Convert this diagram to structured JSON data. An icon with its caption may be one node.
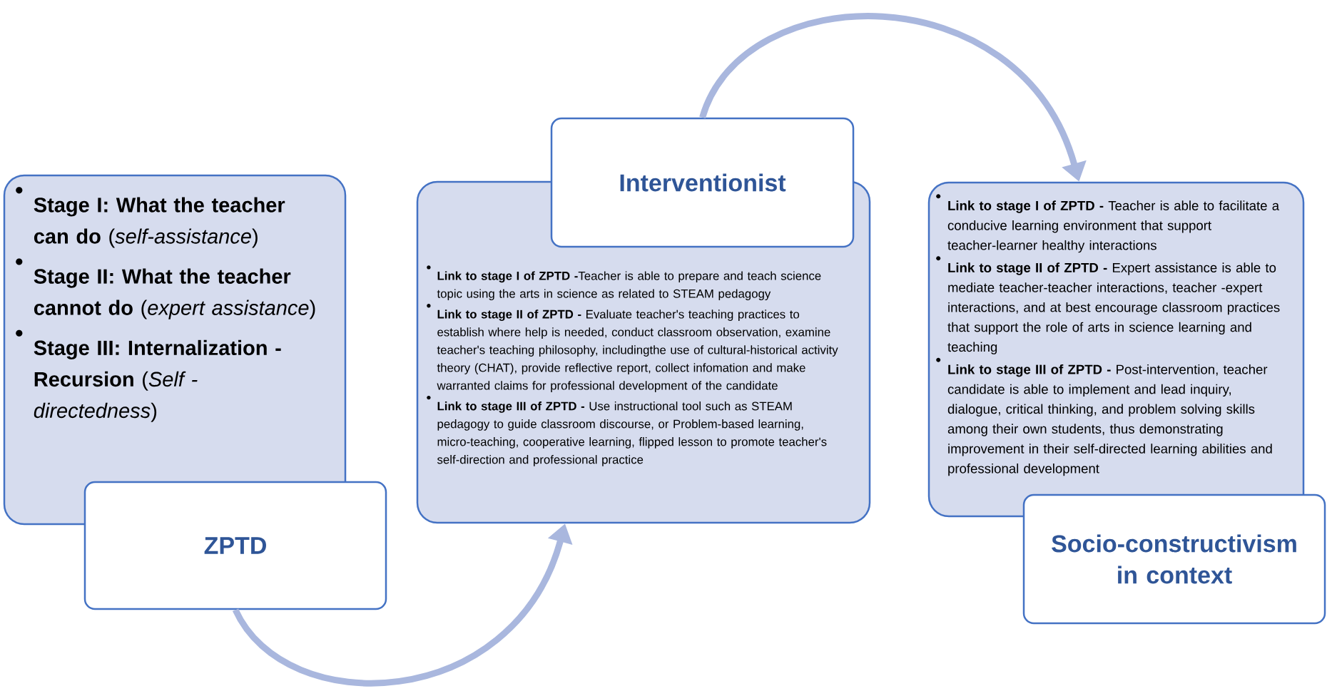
{
  "diagram": {
    "nodes": [
      {
        "text": [
          "**Stage I: What the teacher can do** (*self-assistance*)",
          "**Stage II: What the teacher cannot do** (*expert assistance*)",
          "**Stage III: Internalization - Recursion** (*Self - directedness*)"
        ]
      },
      {
        "text": [
          "ZPTD"
        ]
      },
      {
        "text": [
          "**Link to stage I of ZPTD -**Teacher is able to prepare and teach science topic using the arts in science as related to STEAM pedagogy",
          "**Link to stage II of ZPTD -** Evaluate teacher's teaching  practices to establish where help is needed, conduct classroom observation, examine teacher's teaching philosophy, includingthe use of cultural-historical activity theory (CHAT), provide reflective report, collect infomation and make warranted claims for professional development of the candidate",
          "**Link to stage III of ZPTD -** Use instructional tool such as STEAM pedagogy to guide classroom discourse, or Problem-based learning, micro-teaching, cooperative learning, flipped lesson to promote teacher's self-direction and professional practice"
        ]
      },
      {
        "text": [
          "Interventionist"
        ]
      },
      {
        "text": [
          "**Link to stage I of ZPTD -** Teacher is able to facilitate a conducive learning environment that support teacher-learner healthy interactions",
          "**Link to stage II of ZPTD -** Expert assistance is able to mediate teacher-teacher interactions, teacher -expert interactions, and at best encourage classroom practices that support the role of arts in science learning and teaching",
          "**Link to stage III of ZPTD -** Post-intervention, teacher candidate is able to implement and lead inquiry, dialogue, critical thinking, and problem solving skills among their own students, thus demonstrating improvement in their self-directed learning abilities and professional development"
        ]
      },
      {
        "text": [
          "Socio-constructivism in context"
        ]
      }
    ],
    "edges": [
      {
        "from": 1,
        "to": 2,
        "arrow": "to"
      },
      {
        "from": 3,
        "to": 4,
        "arrow": "to"
      }
    ]
  }
}
